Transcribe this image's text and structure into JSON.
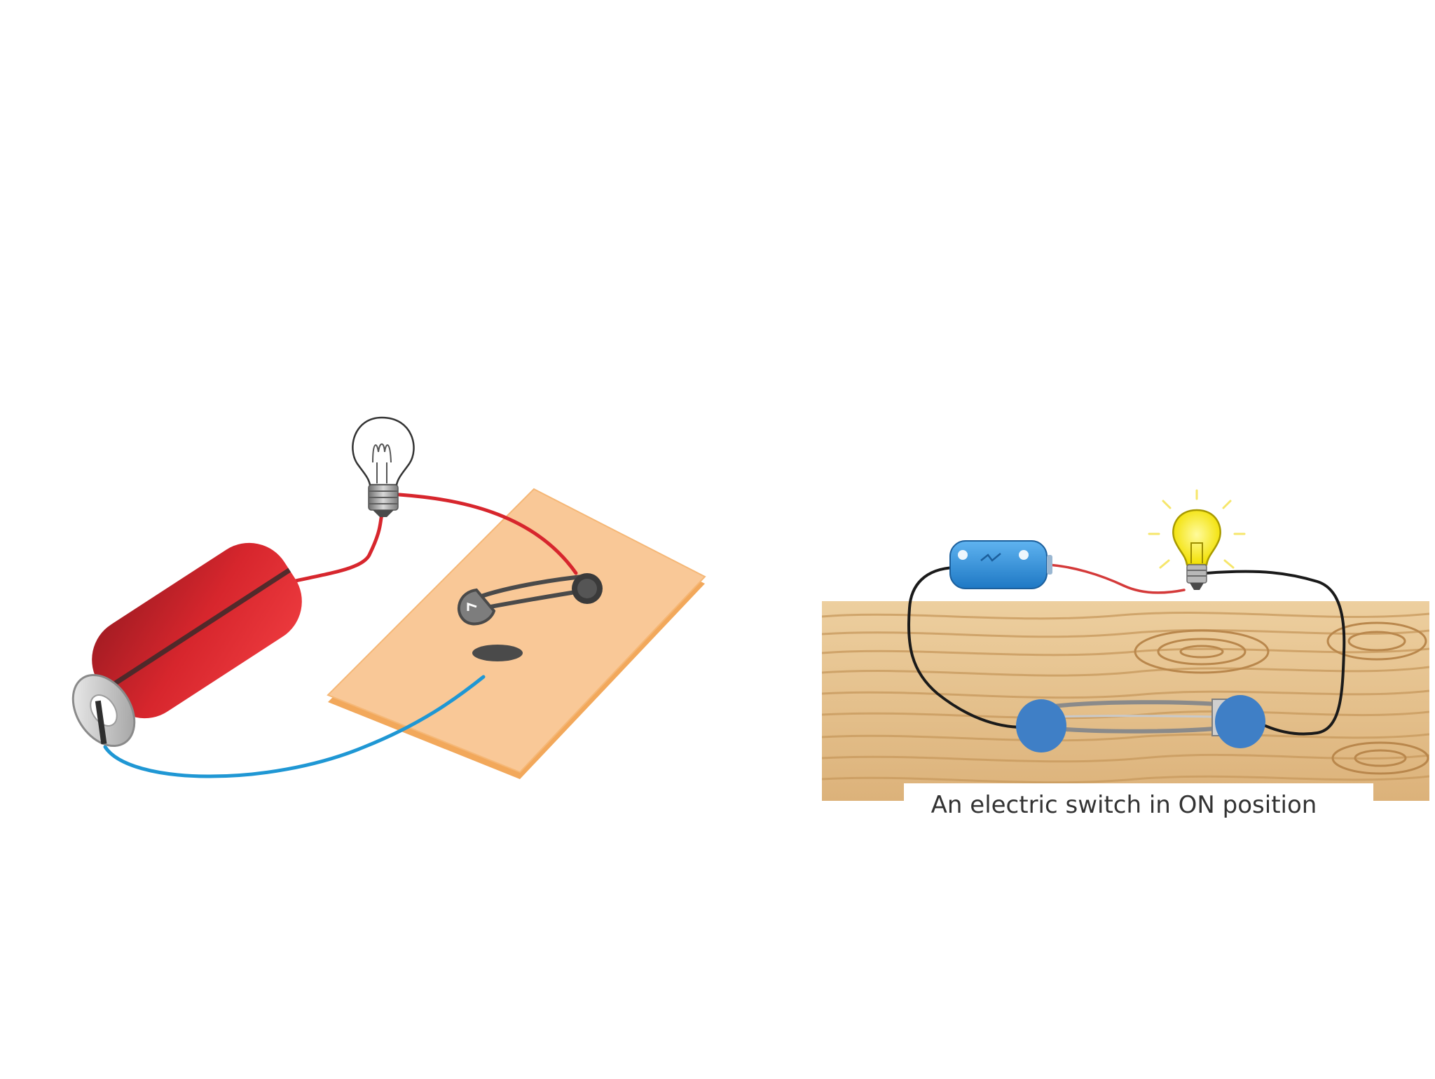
{
  "left_figure": {
    "components": {
      "battery": "red-cylinder-cell",
      "bulb": "unlit-filament-bulb",
      "switch": "safety-pin-switch",
      "board": "wooden-board",
      "wire_positive": "red-wire",
      "wire_negative": "blue-wire",
      "contact": "metal-thumbtack"
    },
    "bulb_state": "off",
    "colors": {
      "battery": "#d7262d",
      "red_wire": "#d7262d",
      "blue_wire": "#1f97d4",
      "board": "#f9c897",
      "board_edge": "#f2a85b"
    }
  },
  "right_figure": {
    "caption": "An electric switch in ON position",
    "components": {
      "battery": "blue-cell",
      "bulb": "lit-bulb",
      "switch": "safety-pin-switch",
      "board": "wooden-plank"
    },
    "bulb_state": "on",
    "colors": {
      "battery": "#2f8fd8",
      "bulb_glow": "#f7e81a",
      "wire": "#1a1a1a",
      "red_wire": "#d43a3a",
      "switch_head": "#3f7fc6",
      "wood": "#e7c48c"
    }
  }
}
